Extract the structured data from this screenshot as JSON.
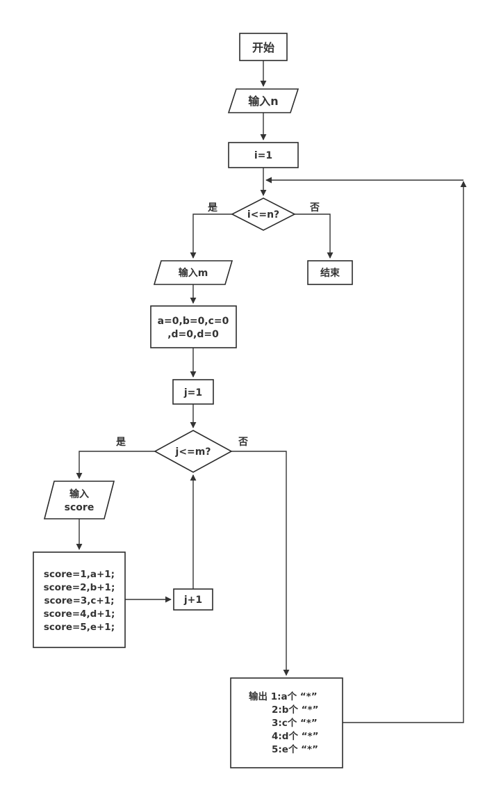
{
  "nodes": {
    "start": "开始",
    "input_n": "输入n",
    "init_i": "i=1",
    "cond_i": "i<=n?",
    "end": "结束",
    "input_m": "输入m",
    "init_counters": [
      "a=0,b=0,c=0",
      ",d=0,d=0"
    ],
    "init_j": "j=1",
    "cond_j": "j<=m?",
    "input_score": [
      "输入",
      "score"
    ],
    "score_rules": [
      "score=1,a+1;",
      "score=2,b+1;",
      "score=3,c+1;",
      "score=4,d+1;",
      "score=5,e+1;"
    ],
    "inc_j": "j+1",
    "output": [
      "输出 1:a个 “*”",
      "2:b个 “*”",
      "3:c个 “*”",
      "4:d个 “*”",
      "5:e个 “*”"
    ]
  },
  "edge_labels": {
    "cond_i_yes": "是",
    "cond_i_no": "否",
    "cond_j_yes": "是",
    "cond_j_no": "否"
  },
  "colors": {
    "stroke": "#2b2b2b",
    "text": "#333333",
    "background": "#ffffff"
  }
}
